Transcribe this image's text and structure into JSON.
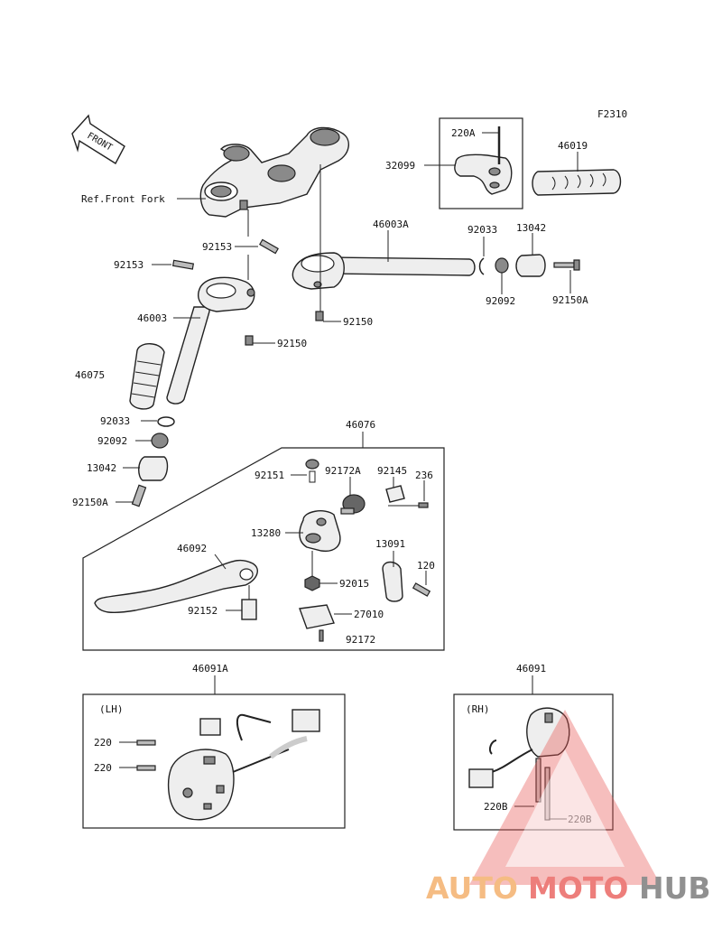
{
  "figure_code": "F2310",
  "front_badge": "FRONT",
  "ref_label": "Ref.Front Fork",
  "box_labels": {
    "lh": "(LH)",
    "rh": "(RH)"
  },
  "labels": {
    "p220A": "220A",
    "p32099": "32099",
    "p46019": "46019",
    "p46003A": "46003A",
    "p92033a": "92033",
    "p13042a": "13042",
    "p92092a": "92092",
    "p92150Aa": "92150A",
    "p92153a": "92153",
    "p92153b": "92153",
    "p46003": "46003",
    "p92150a": "92150",
    "p92150b": "92150",
    "p46075": "46075",
    "p92033b": "92033",
    "p92092b": "92092",
    "p13042b": "13042",
    "p92150Ab": "92150A",
    "p46076": "46076",
    "p92151": "92151",
    "p92172A": "92172A",
    "p92145": "92145",
    "p236": "236",
    "p13280": "13280",
    "p13091": "13091",
    "p46092": "46092",
    "p120": "120",
    "p92015": "92015",
    "p92152": "92152",
    "p27010": "27010",
    "p92172": "92172",
    "p46091A": "46091A",
    "p46091": "46091",
    "p220a": "220",
    "p220b": "220",
    "p220Ba": "220B",
    "p220Bb": "220B"
  },
  "watermark": {
    "part1": "AUTO",
    "part2": "MOTO",
    "part3": "HUB"
  },
  "colors": {
    "watermark_orange": "#f2a65a",
    "watermark_red": "#e8534f",
    "watermark_gray": "#6b6b6b"
  }
}
